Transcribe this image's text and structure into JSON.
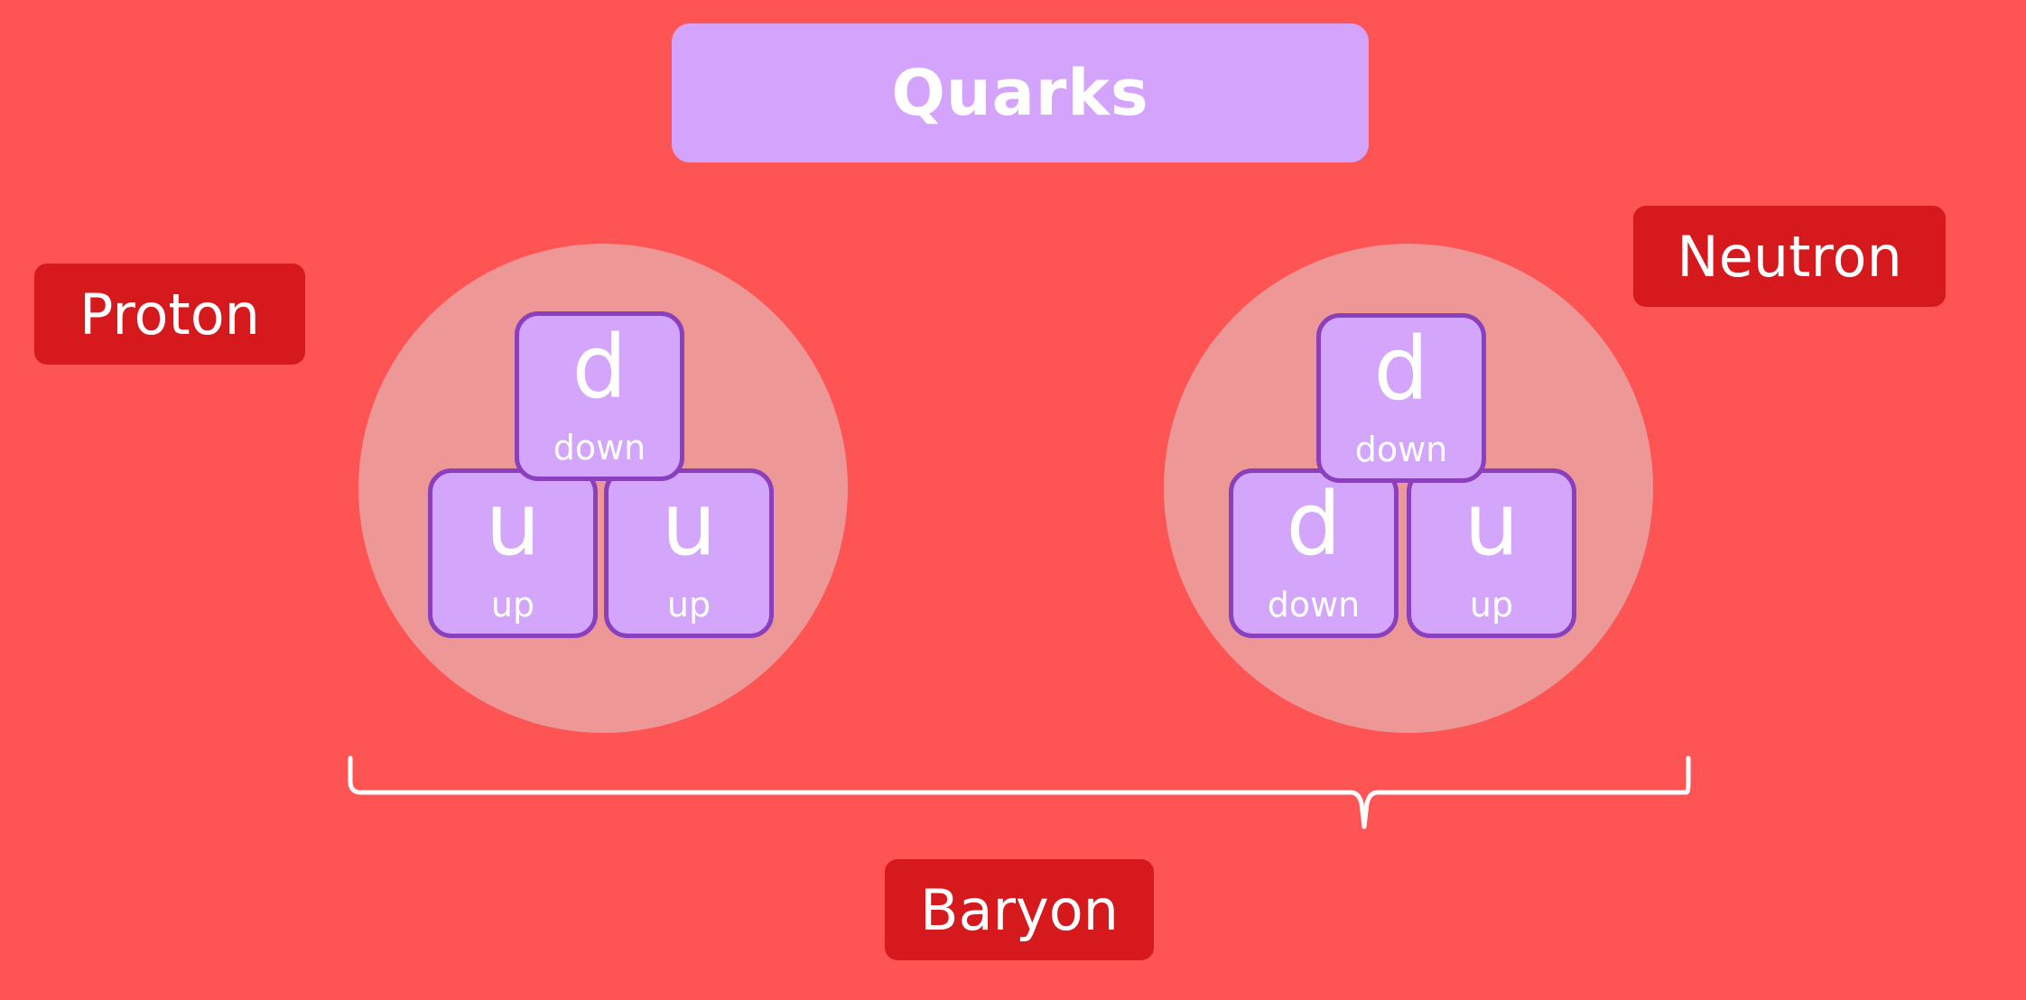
{
  "title": "Quarks",
  "labels": {
    "proton": "Proton",
    "neutron": "Neutron",
    "baryon": "Baryon"
  },
  "proton": {
    "quarks": [
      {
        "symbol": "d",
        "name": "down"
      },
      {
        "symbol": "u",
        "name": "up"
      },
      {
        "symbol": "u",
        "name": "up"
      }
    ]
  },
  "neutron": {
    "quarks": [
      {
        "symbol": "d",
        "name": "down"
      },
      {
        "symbol": "d",
        "name": "down"
      },
      {
        "symbol": "u",
        "name": "up"
      }
    ]
  },
  "colors": {
    "background": "#fe5454",
    "title_box": "#d4a4fd",
    "label_box": "#d5191c",
    "quark_fill": "#d3a5fb",
    "quark_border": "#8a3fbc",
    "circle": "#e8b2b2"
  }
}
